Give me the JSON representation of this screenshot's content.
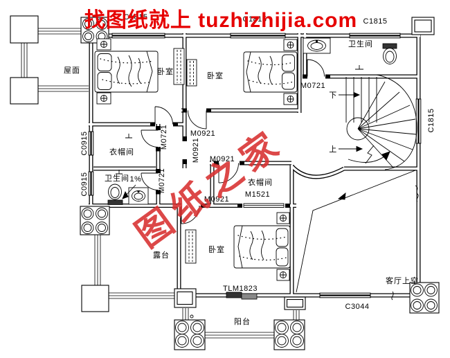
{
  "banner": {
    "text": "找图纸就上 tuzhizhijia.com"
  },
  "watermark": {
    "text": "图纸之家"
  },
  "colors": {
    "banner_red": "#e60000",
    "watermark_red": "#d82f2f",
    "line": "#000000"
  },
  "rooms": {
    "roof": "屋面",
    "bedroom1": "卧室",
    "bedroom2": "卧室",
    "bedroom3": "卧室",
    "bath1": "卫生间",
    "bath2": "卫生间",
    "closet1": "衣帽间",
    "closet2": "衣帽间",
    "terrace": "露台",
    "balcony": "阳台",
    "living_void": "客厅上空"
  },
  "stairs": {
    "up": "上",
    "down": "下"
  },
  "annotations": {
    "slope": "1%"
  },
  "windows": {
    "c1815_1": "C1815",
    "c1815_2": "C1815",
    "c1815_3": "C1815",
    "c1815_4": "C1815",
    "c0915_1": "C0915",
    "c0915_2": "C0915",
    "c3044": "C3044"
  },
  "doors": {
    "m0721_bath1": "M0721",
    "m0721_closet1": "M0721",
    "m0721_bath2": "M0721",
    "m0921_bed2": "M0921",
    "m0921_hall": "M0921",
    "m0921_closet2": "M0921",
    "m0921_bed3": "M0921",
    "m1521": "M1521",
    "tlm1823": "TLM1823"
  }
}
